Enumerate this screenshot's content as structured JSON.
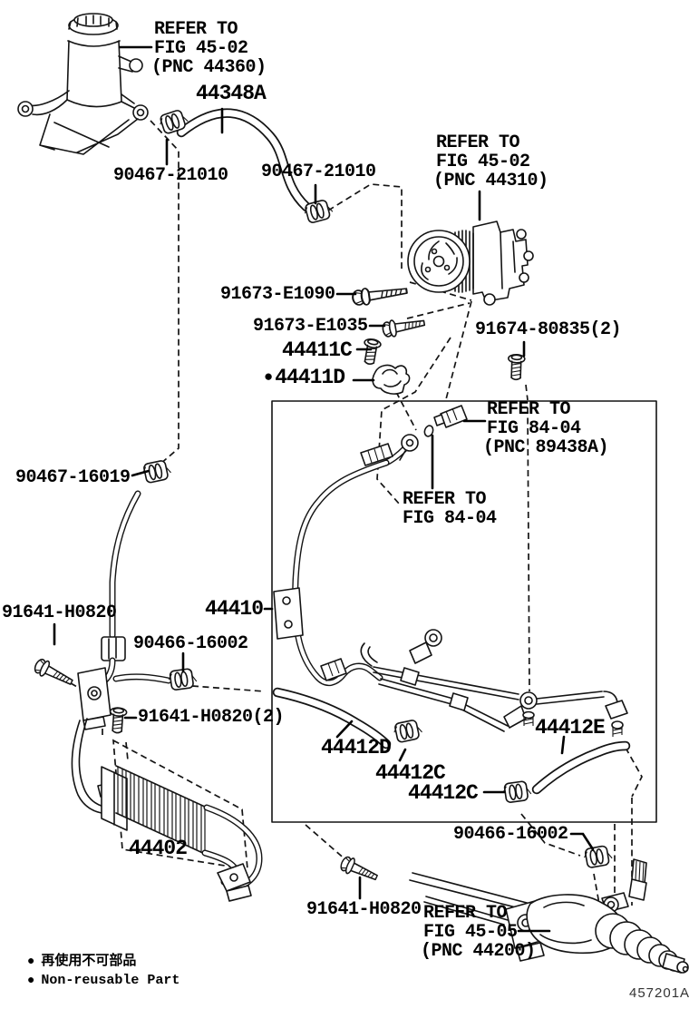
{
  "diagram": {
    "figure_code": "457201A",
    "legend": {
      "bullet": "●",
      "jp": "再使用不可部品",
      "en": "Non-reusable Part"
    },
    "labels": [
      {
        "text": "REFER TO"
      },
      {
        "text": "FIG 45-02"
      },
      {
        "text": "(PNC 44360)"
      },
      {
        "text": "44348A"
      },
      {
        "text": "90467-21010"
      },
      {
        "text": "90467-21010"
      },
      {
        "text": "REFER TO"
      },
      {
        "text": "FIG 45-02"
      },
      {
        "text": "(PNC 44310)"
      },
      {
        "text": "91673-E1090"
      },
      {
        "text": "91673-E1035"
      },
      {
        "text": "44411C"
      },
      {
        "bullet": "●",
        "text": "44411D"
      },
      {
        "text": "91674-80835(2)"
      },
      {
        "text": "REFER TO"
      },
      {
        "text": "FIG 84-04"
      },
      {
        "text": "(PNC 89438A)"
      },
      {
        "text": "REFER TO"
      },
      {
        "text": "FIG 84-04"
      },
      {
        "text": "90467-16019"
      },
      {
        "text": "44410"
      },
      {
        "text": "91641-H0820"
      },
      {
        "text": "90466-16002"
      },
      {
        "text": "91641-H0820(2)"
      },
      {
        "text": "44412D"
      },
      {
        "text": "44412C"
      },
      {
        "text": "44412C"
      },
      {
        "text": "44412E"
      },
      {
        "text": "44402"
      },
      {
        "text": "90466-16002"
      },
      {
        "text": "91641-H0820"
      },
      {
        "text": "REFER TO"
      },
      {
        "text": "FIG 45-05"
      },
      {
        "text": "(PNC 44200)"
      }
    ]
  }
}
